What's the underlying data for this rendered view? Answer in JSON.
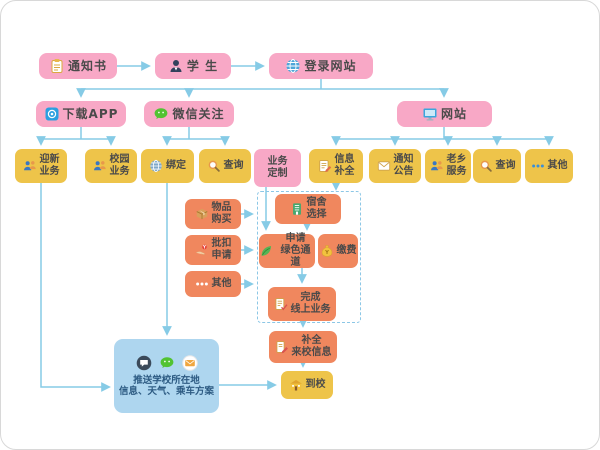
{
  "app": {
    "type": "enrollment-flowchart",
    "language": "zh-CN"
  },
  "flowchart": {
    "colors": {
      "primary_pink": "#f8a8c6",
      "gold": "#eec44a",
      "orange": "#f0875e",
      "light_blue": "#aed6ef",
      "connector": "#86cbe6"
    },
    "nodes": {
      "notice": {
        "label": "通知书",
        "icon": "clipboard-icon"
      },
      "student": {
        "label": "学 生",
        "icon": "student-icon"
      },
      "login_site": {
        "label": "登录网站",
        "icon": "globe-icon"
      },
      "download_app": {
        "label": "下载APP",
        "icon": "app-icon"
      },
      "wechat_follow": {
        "label": "微信关注",
        "icon": "wechat-icon"
      },
      "website": {
        "label": "网站",
        "icon": "monitor-icon"
      },
      "welcome_biz": {
        "label": "迎新\n业务",
        "icon": "people-icon"
      },
      "campus_biz": {
        "label": "校园\n业务",
        "icon": "people-icon"
      },
      "bind": {
        "label": "绑定",
        "icon": "globe-gray-icon"
      },
      "query_wechat": {
        "label": "查询",
        "icon": "search-icon"
      },
      "biz_custom": {
        "label": "业务\n定制"
      },
      "info_complete": {
        "label": "信息\n补全",
        "icon": "form-pencil-icon"
      },
      "notice_board": {
        "label": "通知\n公告",
        "icon": "mail-icon"
      },
      "hometown_svc": {
        "label": "老乡\n服务",
        "icon": "people-icon"
      },
      "query_web": {
        "label": "查询",
        "icon": "search-icon"
      },
      "other_web": {
        "label": "其他",
        "icon": "ellipsis-blue-icon"
      },
      "dorm_select": {
        "label": "宿舍\n选择",
        "icon": "building-icon"
      },
      "goods_buy": {
        "label": "物品\n购买",
        "icon": "box-icon"
      },
      "batch_deduct": {
        "label": "批扣\n申请",
        "icon": "hand-coin-icon"
      },
      "other_app": {
        "label": "其他",
        "icon": "ellipsis-white-icon"
      },
      "green_channel": {
        "label": "申请\n绿色通道",
        "icon": "leaf-icon"
      },
      "pay_fee": {
        "label": "缴费",
        "icon": "money-bag-icon"
      },
      "finish_online": {
        "label": "完成\n线上业务",
        "icon": "checklist-icon"
      },
      "complete_info": {
        "label": "补全\n来校信息",
        "icon": "pencil-red-icon"
      },
      "arrive": {
        "label": "到校",
        "icon": "school-icon"
      },
      "push_info": {
        "label": "推送学校所在地\n信息、天气、乘车方案",
        "icons": [
          "chat-bubble-icon",
          "wechat-icon",
          "mail-circle-icon"
        ]
      }
    }
  }
}
